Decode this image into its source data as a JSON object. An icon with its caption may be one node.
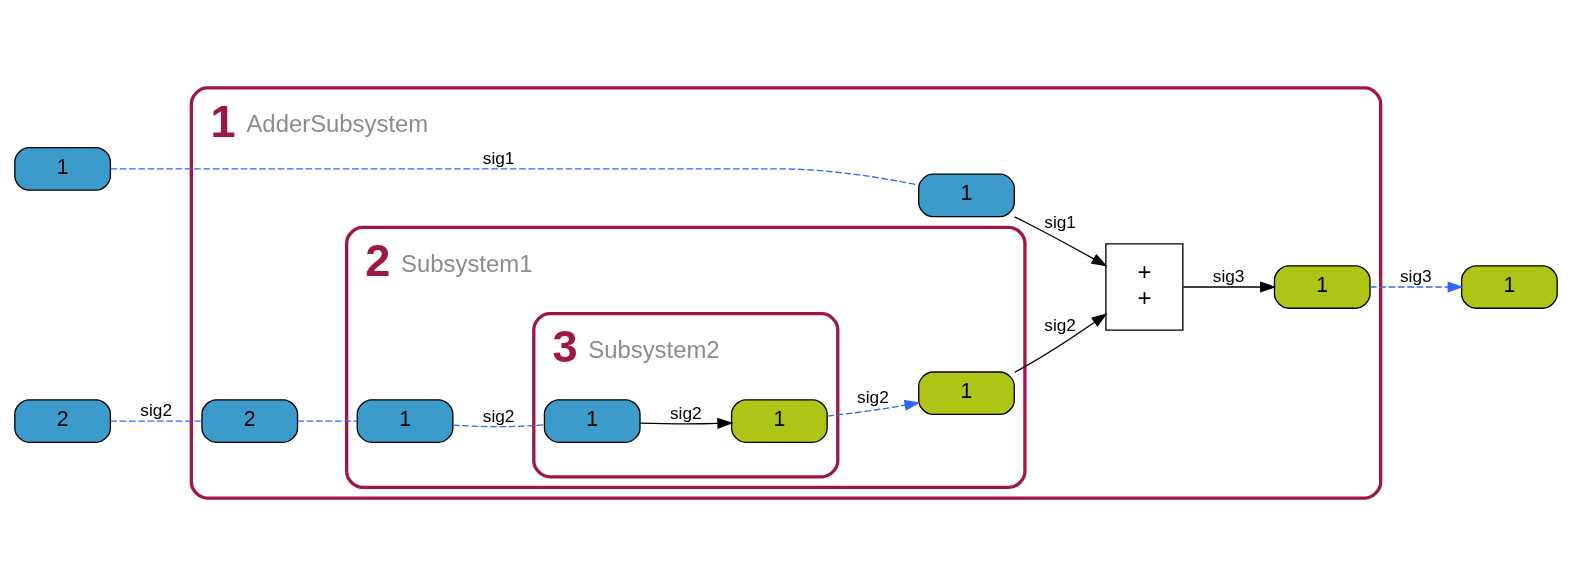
{
  "diagram": {
    "nodes": [
      {
        "text": [
          "1"
        ]
      },
      {
        "text": [
          "2"
        ]
      },
      {
        "text": [
          "AdderSubsystem"
        ],
        "beside": [
          "1"
        ]
      },
      {
        "text": [
          "1"
        ],
        "in": 2
      },
      {
        "text": [
          "2"
        ],
        "in": 2
      },
      {
        "text": [
          "+",
          "+"
        ],
        "in": 2
      },
      {
        "text": [
          "1"
        ],
        "in": 2
      },
      {
        "text": [
          "Subsystem1"
        ],
        "beside": [
          "2"
        ],
        "in": 2
      },
      {
        "text": [
          "1"
        ],
        "in": 7
      },
      {
        "text": [
          "Subsystem2"
        ],
        "beside": [
          "3"
        ],
        "in": 7
      },
      {
        "text": [
          "1"
        ],
        "in": 9
      },
      {
        "text": [
          "1"
        ],
        "in": 9
      },
      {
        "text": [
          "1"
        ],
        "in": 7
      },
      {
        "text": [
          "1"
        ]
      }
    ],
    "edges": [
      {
        "from": 0,
        "to": 3,
        "arrow": "none",
        "label": "sig1",
        "style": "dashed",
        "color": "#3366ff"
      },
      {
        "from": 3,
        "to": 5,
        "arrow": "to",
        "label": "sig1",
        "color": "#000000"
      },
      {
        "from": 5,
        "to": 6,
        "arrow": "to",
        "label": "sig3",
        "color": "#000000"
      },
      {
        "from": 6,
        "to": 13,
        "arrow": "to",
        "label": "sig3",
        "style": "dashed",
        "color": "#3366ff"
      },
      {
        "from": 1,
        "to": 4,
        "arrow": "none",
        "label": "sig2",
        "style": "dashed",
        "color": "#3366ff"
      },
      {
        "from": 4,
        "to": 8,
        "arrow": "none",
        "style": "dashed",
        "color": "#3366ff"
      },
      {
        "from": 8,
        "to": 10,
        "arrow": "none",
        "label": "sig2",
        "style": "dashed",
        "color": "#3366ff"
      },
      {
        "from": 10,
        "to": 11,
        "arrow": "to",
        "label": "sig2",
        "color": "#000000"
      },
      {
        "from": 11,
        "to": 12,
        "arrow": "to",
        "label": "sig2",
        "style": "dashed",
        "color": "#3366ff"
      },
      {
        "from": 12,
        "to": 5,
        "arrow": "to",
        "label": "sig2",
        "color": "#000000"
      }
    ]
  }
}
